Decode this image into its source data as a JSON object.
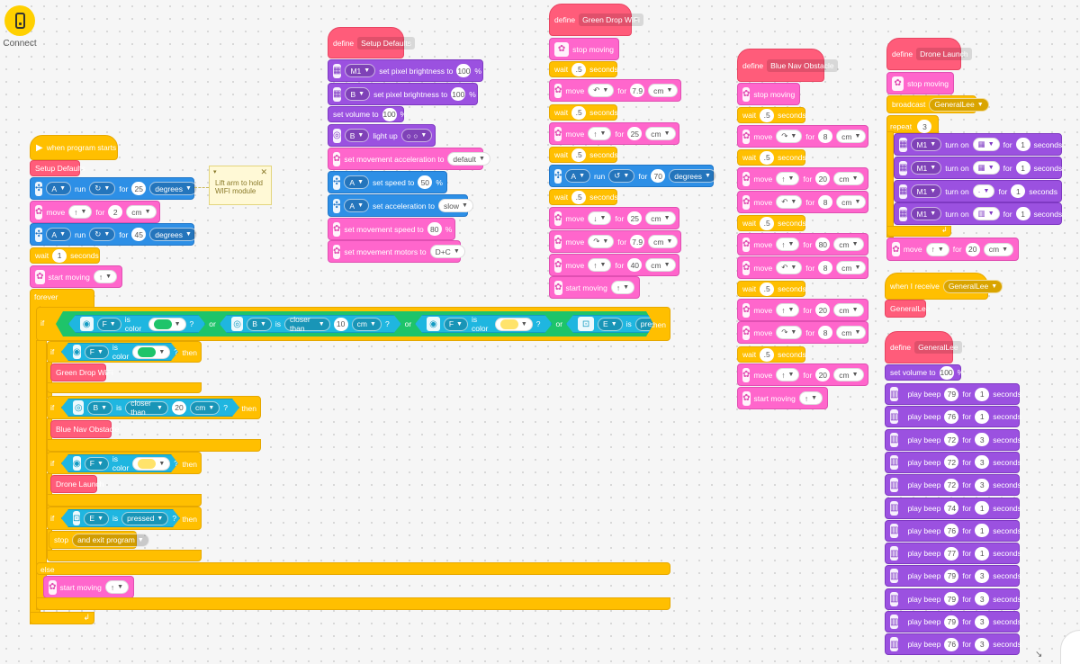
{
  "connect": {
    "label": "Connect",
    "icon": "phone-hub-icon"
  },
  "colors": {
    "event": "#ffbf00",
    "motion": "#ff66cc",
    "motor": "#2d8fe6",
    "light": "#9b51e0",
    "myblock": "#ff5c7a",
    "sensor": "#1fb6e0",
    "operator": "#1ec46a"
  },
  "main": {
    "hat": "when program starts",
    "setup_call": "Setup Defaults",
    "run1": {
      "port": "A",
      "word": "run",
      "for": "for",
      "val": "25",
      "unit": "degrees"
    },
    "move1": {
      "word": "move",
      "for": "for",
      "val": "2",
      "unit": "cm"
    },
    "run2": {
      "port": "A",
      "word": "run",
      "for": "for",
      "val": "45",
      "unit": "degrees"
    },
    "wait1": {
      "word": "wait",
      "val": "1",
      "unit": "seconds"
    },
    "start1": "start moving",
    "forever": "forever",
    "if_word": "if",
    "then_word": "then",
    "else_word": "else",
    "or_word": "or",
    "is_word": "is",
    "is_color": "is color",
    "closer_than": "closer than",
    "pressed": "pressed",
    "cond_val": "10",
    "cond_unit": "cm",
    "q": "?",
    "ports": {
      "f": "F",
      "b": "B",
      "e": "E"
    },
    "call_green": "Green Drop WiFi",
    "cond2_val": "20",
    "cond2_unit": "cm",
    "call_blue": "Blue Nav Obstacle",
    "call_drone": "Drone Launch",
    "stop_word": "stop",
    "stop_opt": "and exit program",
    "start2": "start moving"
  },
  "note": {
    "text": "Lift arm to hold WIFI module"
  },
  "setup": {
    "define": "define",
    "name": "Setup Defaults",
    "r1": {
      "port": "M1",
      "text": "set pixel brightness to",
      "val": "100",
      "unit": "%"
    },
    "r2": {
      "port": "B",
      "text": "set pixel brightness to",
      "val": "100",
      "unit": "%"
    },
    "r3": {
      "text": "set volume to",
      "val": "100",
      "unit": "%"
    },
    "r4": {
      "port": "B",
      "text": "light up"
    },
    "r5": {
      "text": "set movement acceleration to",
      "opt": "default"
    },
    "r6": {
      "port": "A",
      "text": "set speed to",
      "val": "50",
      "unit": "%"
    },
    "r7": {
      "port": "A",
      "text": "set acceleration to",
      "opt": "slow"
    },
    "r8": {
      "text": "set movement speed to",
      "val": "80",
      "unit": "%"
    },
    "r9": {
      "text": "set movement motors to",
      "opt": "D+C"
    }
  },
  "green": {
    "define": "define",
    "name": "Green Drop WiFi",
    "stop": "stop moving",
    "wait": "wait",
    "sec": "seconds",
    "w": ".5",
    "m1": {
      "val": "7.9",
      "unit": "cm"
    },
    "m2": {
      "val": "25",
      "unit": "cm"
    },
    "run": {
      "port": "A",
      "val": "70",
      "unit": "degrees"
    },
    "m3": {
      "val": "25",
      "unit": "cm"
    },
    "m4": {
      "val": "7.9",
      "unit": "cm"
    },
    "m5": {
      "val": "40",
      "unit": "cm"
    },
    "move": "move",
    "for": "for",
    "run_word": "run",
    "start": "start moving"
  },
  "blue": {
    "define": "define",
    "name": "Blue Nav Obstacle",
    "stop": "stop moving",
    "wait": "wait",
    "sec": "seconds",
    "w": ".5",
    "move": "move",
    "for": "for",
    "cm": "cm",
    "vals": [
      "8",
      "20",
      "8",
      "80",
      "8",
      "20",
      "8",
      "20"
    ],
    "start": "start moving"
  },
  "drone": {
    "define": "define",
    "name": "Drone Launch",
    "stop": "stop moving",
    "broadcast": "broadcast",
    "msg": "GeneralLee",
    "repeat": "repeat",
    "rep": "3",
    "port": "M1",
    "turn_on": "turn on",
    "for": "for",
    "one": "1",
    "sec": "seconds",
    "move": "move",
    "mval": "20",
    "cm": "cm"
  },
  "receive": {
    "hat": "when I receive",
    "msg": "GeneralLee",
    "call": "GeneralLee"
  },
  "general": {
    "define": "define",
    "name": "GeneralLee",
    "vol": {
      "text": "set volume to",
      "val": "100",
      "unit": "%"
    },
    "beep": "play beep",
    "for": "for",
    "sec": "seconds",
    "notes": [
      {
        "n": "79",
        "d": "1"
      },
      {
        "n": "76",
        "d": "1"
      },
      {
        "n": "72",
        "d": "3"
      },
      {
        "n": "72",
        "d": "3"
      },
      {
        "n": "72",
        "d": "3"
      },
      {
        "n": "74",
        "d": "1"
      },
      {
        "n": "76",
        "d": "1"
      },
      {
        "n": "77",
        "d": "1"
      },
      {
        "n": "79",
        "d": "3"
      },
      {
        "n": "79",
        "d": "3"
      },
      {
        "n": "79",
        "d": "3"
      },
      {
        "n": "76",
        "d": "3"
      }
    ]
  }
}
